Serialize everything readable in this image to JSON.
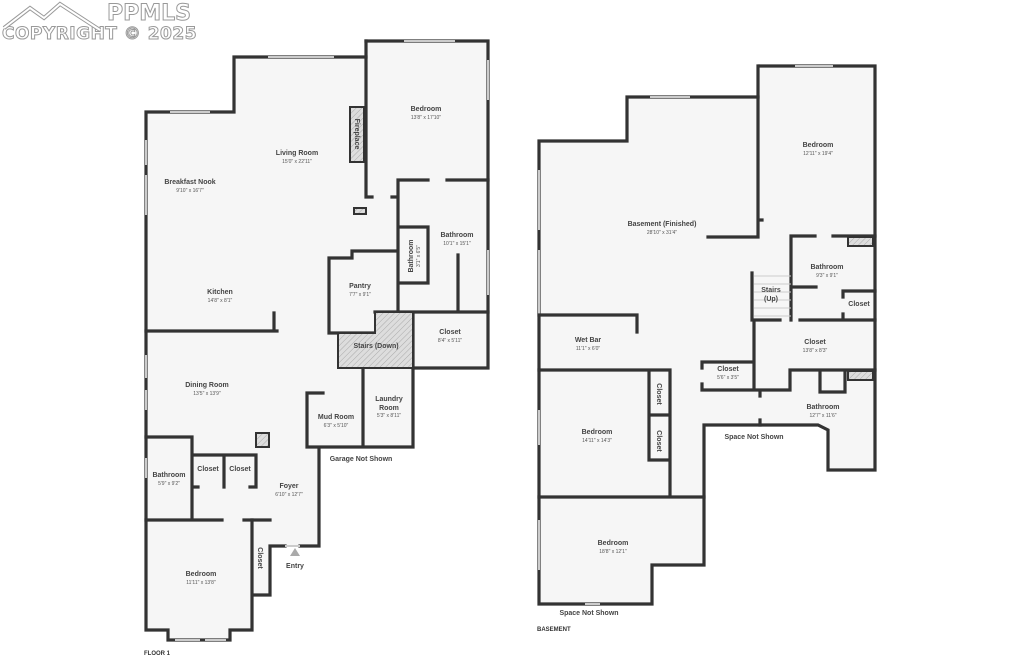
{
  "watermark": {
    "brand": "PPMLS",
    "copyright": "COPYRIGHT © 2025"
  },
  "floor1": {
    "title": "FLOOR 1",
    "rooms": {
      "breakfast_nook": {
        "label": "Breakfast Nook",
        "dim": "9'10\" x 16'7\""
      },
      "living_room": {
        "label": "Living Room",
        "dim": "15'0\" x 22'11\""
      },
      "fireplace": {
        "label": "Fireplace"
      },
      "bedroom_main": {
        "label": "Bedroom",
        "dim": "13'8\" x 17'10\""
      },
      "bathroom_main": {
        "label": "Bathroom",
        "dim": "10'1\" x 15'1\""
      },
      "bathroom_small": {
        "label": "Bathroom",
        "dim": "3'1\" x 6'5\""
      },
      "pantry": {
        "label": "Pantry",
        "dim": "7'7\" x 9'1\""
      },
      "kitchen": {
        "label": "Kitchen",
        "dim": "14'8\" x 8'1\""
      },
      "stairs_down": {
        "label": "Stairs (Down)"
      },
      "closet_main": {
        "label": "Closet",
        "dim": "8'4\" x 5'11\""
      },
      "dining_room": {
        "label": "Dining Room",
        "dim": "13'5\" x 13'9\""
      },
      "laundry_room": {
        "label1": "Laundry",
        "label2": "Room",
        "dim": "5'3\" x 8'11\""
      },
      "mud_room": {
        "label": "Mud Room",
        "dim": "6'3\" x 5'10\""
      },
      "bathroom_2": {
        "label": "Bathroom",
        "dim": "5'9\" x 9'2\""
      },
      "closet_a": {
        "label": "Closet"
      },
      "closet_b": {
        "label": "Closet"
      },
      "foyer": {
        "label": "Foyer",
        "dim": "6'10\" x 12'7\""
      },
      "closet_bed": {
        "label": "Closet"
      },
      "bedroom_2": {
        "label": "Bedroom",
        "dim": "11'11\" x 13'8\""
      }
    },
    "notes": {
      "garage": "Garage Not Shown",
      "entry": "Entry"
    }
  },
  "basement": {
    "title": "BASEMENT",
    "rooms": {
      "basement_finished": {
        "label": "Basement (Finished)",
        "dim": "28'10\" x 31'4\""
      },
      "bedroom_a": {
        "label": "Bedroom",
        "dim": "12'11\" x 19'4\""
      },
      "bathroom_a": {
        "label": "Bathroom",
        "dim": "9'3\" x 9'1\""
      },
      "stairs_up": {
        "label1": "Stairs",
        "label2": "(Up)"
      },
      "closet_bath": {
        "label": "Closet"
      },
      "closet_large": {
        "label": "Closet",
        "dim": "13'8\" x 8'3\""
      },
      "wet_bar": {
        "label": "Wet Bar",
        "dim": "11'1\" x 6'0\""
      },
      "closet_small": {
        "label": "Closet",
        "dim": "5'6\" x 3'5\""
      },
      "bathroom_b": {
        "label": "Bathroom",
        "dim": "12'7\" x 11'6\""
      },
      "bedroom_b": {
        "label": "Bedroom",
        "dim": "14'11\" x 14'3\""
      },
      "closet_v1": {
        "label": "Closet"
      },
      "closet_v2": {
        "label": "Closet"
      },
      "bedroom_c": {
        "label": "Bedroom",
        "dim": "18'8\" x 12'1\""
      }
    },
    "notes": {
      "space1": "Space Not Shown",
      "space2": "Space Not Shown"
    }
  }
}
